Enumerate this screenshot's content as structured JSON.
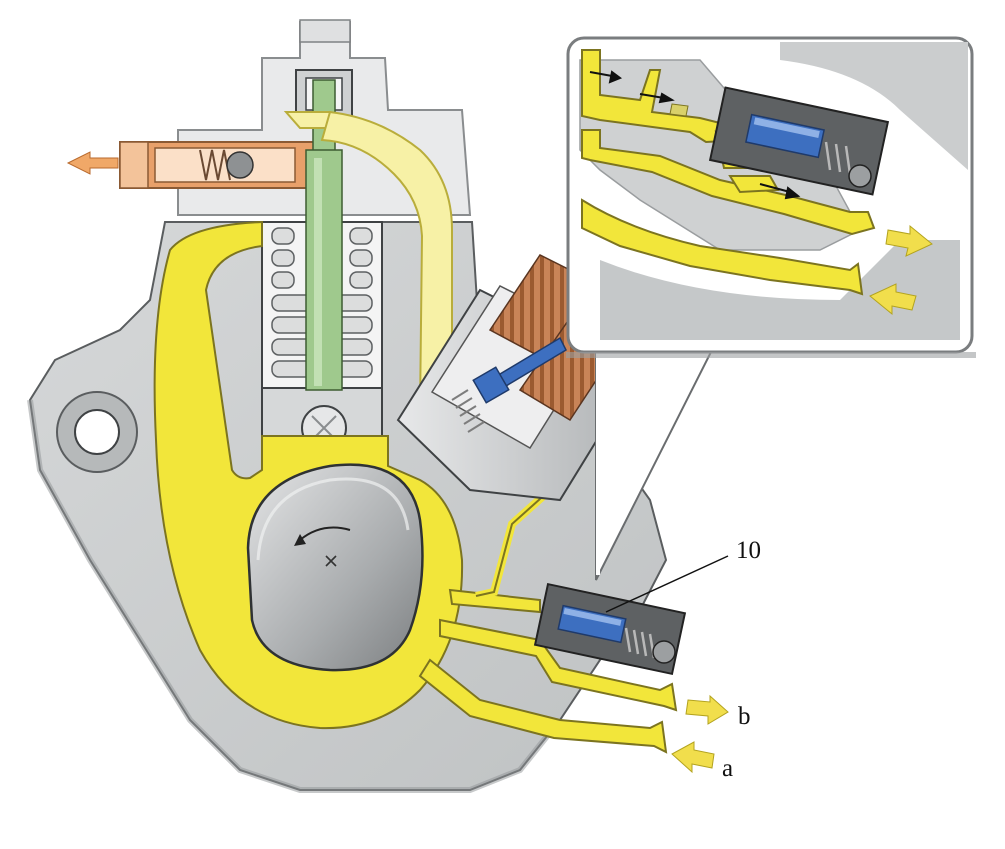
{
  "labels": {
    "ten": "10",
    "b": "b",
    "a": "a"
  },
  "colors": {
    "housing": "#c8cacb",
    "housing_light": "#dcdedf",
    "housing_dark": "#a7aaab",
    "outline": "#3f4244",
    "fuel": "#f2e63a",
    "fuel_dark": "#c9bd2a",
    "fuel_light": "#f7f1a6",
    "piston": "#9fc98d",
    "valve_blue": "#3d6fc0",
    "copper": "#c07a4a",
    "outlet_pipe": "#e8a06a",
    "flow_arrow": "#f0a868",
    "inlet_arrow": "#f1de4c",
    "spring": "#9a9a9a"
  },
  "icons": {
    "rotation": "curved-arrow-icon",
    "center_mark": "cross-icon"
  }
}
